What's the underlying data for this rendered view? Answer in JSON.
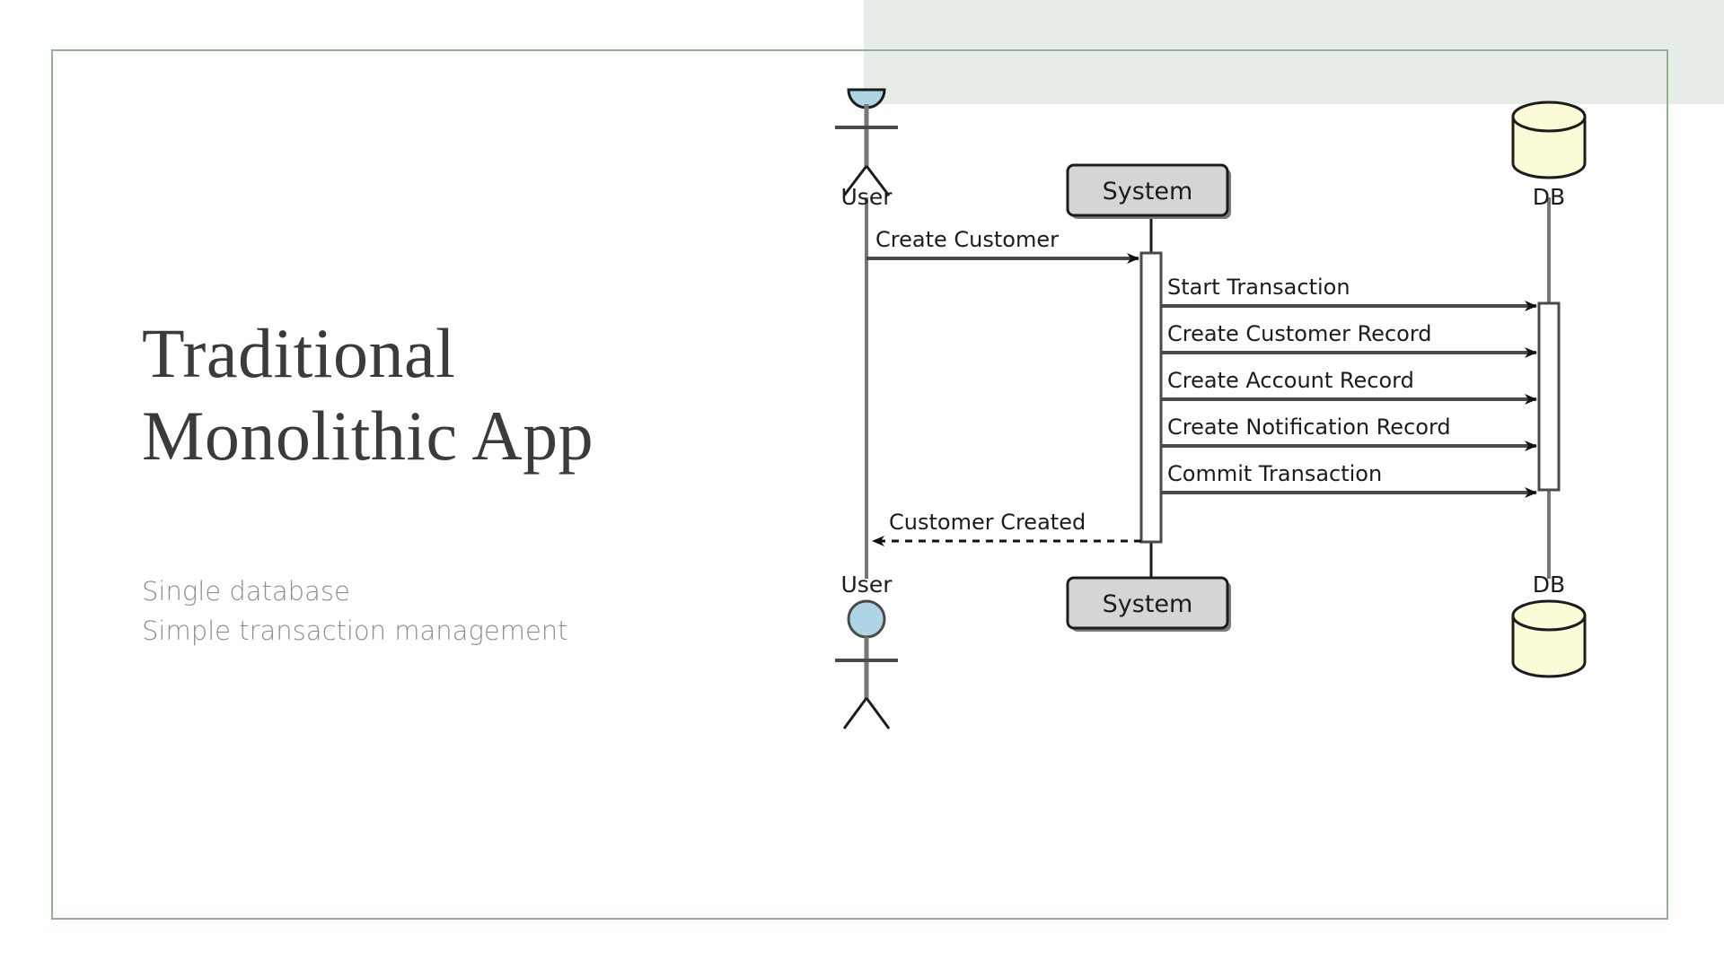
{
  "slide": {
    "title_line1": "Traditional",
    "title_line2": "Monolithic App",
    "bullets": [
      "Single database",
      "Simple transaction management"
    ],
    "accent_color": "#e6ede6",
    "frame_color": "#93b093",
    "title_color": "#3b3b3b",
    "bullet_color": "#8d8d8d"
  },
  "diagram": {
    "type": "uml-sequence-diagram",
    "participants": [
      {
        "id": "user",
        "label": "User",
        "shape": "actor-stick-figure",
        "head_color": "#aed5e6",
        "head_stroke": "#1c1c1c",
        "lifeline_color": "#777777"
      },
      {
        "id": "system",
        "label": "System",
        "shape": "rounded-rect",
        "fill": "#d5d5d5",
        "stroke": "#1c1c1c",
        "lifeline_color": "#1c1c1c"
      },
      {
        "id": "db",
        "label": "DB",
        "shape": "database-cylinder",
        "fill": "#fbfbd8",
        "stroke": "#1c1c1c",
        "lifeline_color": "#777777"
      }
    ],
    "messages": [
      {
        "seq": 1,
        "text": "Create Customer",
        "from": "user",
        "to": "system",
        "style": "solid",
        "direction": "right"
      },
      {
        "seq": 2,
        "text": "Start Transaction",
        "from": "system",
        "to": "db",
        "style": "solid",
        "direction": "right"
      },
      {
        "seq": 3,
        "text": "Create Customer Record",
        "from": "system",
        "to": "db",
        "style": "solid",
        "direction": "right"
      },
      {
        "seq": 4,
        "text": "Create Account Record",
        "from": "system",
        "to": "db",
        "style": "solid",
        "direction": "right"
      },
      {
        "seq": 5,
        "text": "Create Notification Record",
        "from": "system",
        "to": "db",
        "style": "solid",
        "direction": "right"
      },
      {
        "seq": 6,
        "text": "Commit Transaction",
        "from": "system",
        "to": "db",
        "style": "solid",
        "direction": "right"
      },
      {
        "seq": 7,
        "text": "Customer Created",
        "from": "system",
        "to": "user",
        "style": "dashed",
        "direction": "left"
      }
    ],
    "activations": [
      {
        "participant": "system",
        "note": "active for full exchange"
      },
      {
        "participant": "db",
        "note": "active from Start Transaction to Commit Transaction"
      }
    ]
  }
}
